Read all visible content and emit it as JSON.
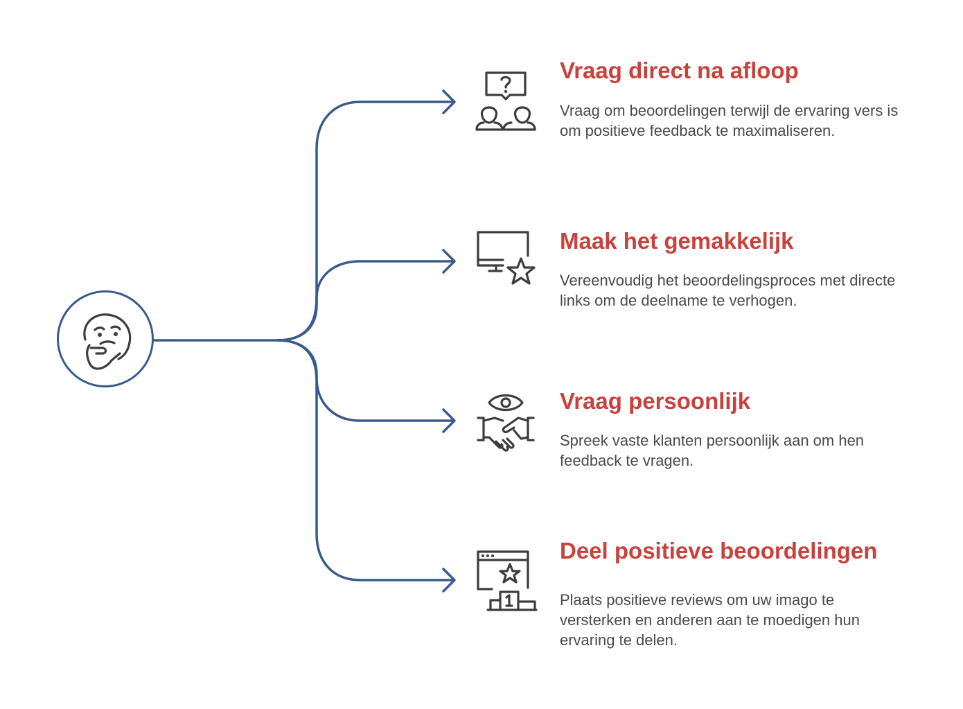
{
  "colors": {
    "connector": "#3a5a8c",
    "title": "#c8423d",
    "text": "#4a4a4a",
    "icon": "#3d3d3d"
  },
  "hub": {
    "icon": "thinking-face-icon"
  },
  "items": [
    {
      "icon": "people-question-icon",
      "title": "Vraag direct na afloop",
      "description": "Vraag om beoordelingen terwijl de ervaring vers is om positieve feedback te maximaliseren."
    },
    {
      "icon": "monitor-star-icon",
      "title": "Maak het gemakkelijk",
      "description": "Vereenvoudig het beoordelingsproces met directe links om de deelname te verhogen."
    },
    {
      "icon": "eye-handshake-icon",
      "title": "Vraag persoonlijk",
      "description": "Spreek vaste klanten persoonlijk aan om hen feedback te vragen."
    },
    {
      "icon": "browser-podium-icon",
      "title": "Deel positieve beoordelingen",
      "description": "Plaats positieve reviews om uw imago te versterken en anderen aan te moedigen hun ervaring te delen."
    }
  ]
}
